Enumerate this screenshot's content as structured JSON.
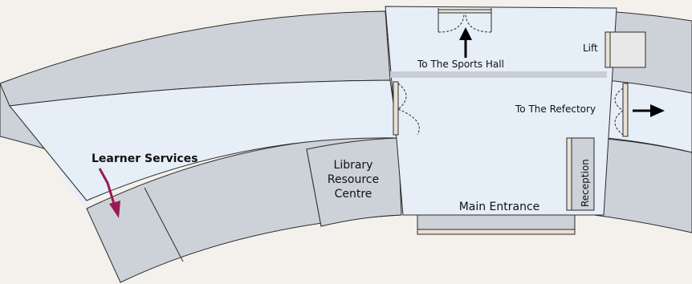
{
  "colors": {
    "background": "#f4f1ec",
    "wing": "#cdd2d9",
    "corridor": "#e6eef8",
    "outline": "#2b2b2b",
    "band": "#c7ced7",
    "door": "#e9e1d2",
    "accent_arrow": "#9a1a52",
    "black_arrow": "#000000"
  },
  "labels": {
    "learner_services": "Learner Services",
    "library_line1": "Library",
    "library_line2": "Resource",
    "library_line3": "Centre",
    "sports_hall": "To The Sports Hall",
    "refectory": "To The Refectory",
    "lift": "Lift",
    "reception": "Reception",
    "main_entrance": "Main Entrance"
  },
  "icons": {
    "sports_hall_arrow": "arrow-up-icon",
    "refectory_arrow": "arrow-right-icon",
    "learner_services_arrow": "bent-arrow-down-icon"
  }
}
